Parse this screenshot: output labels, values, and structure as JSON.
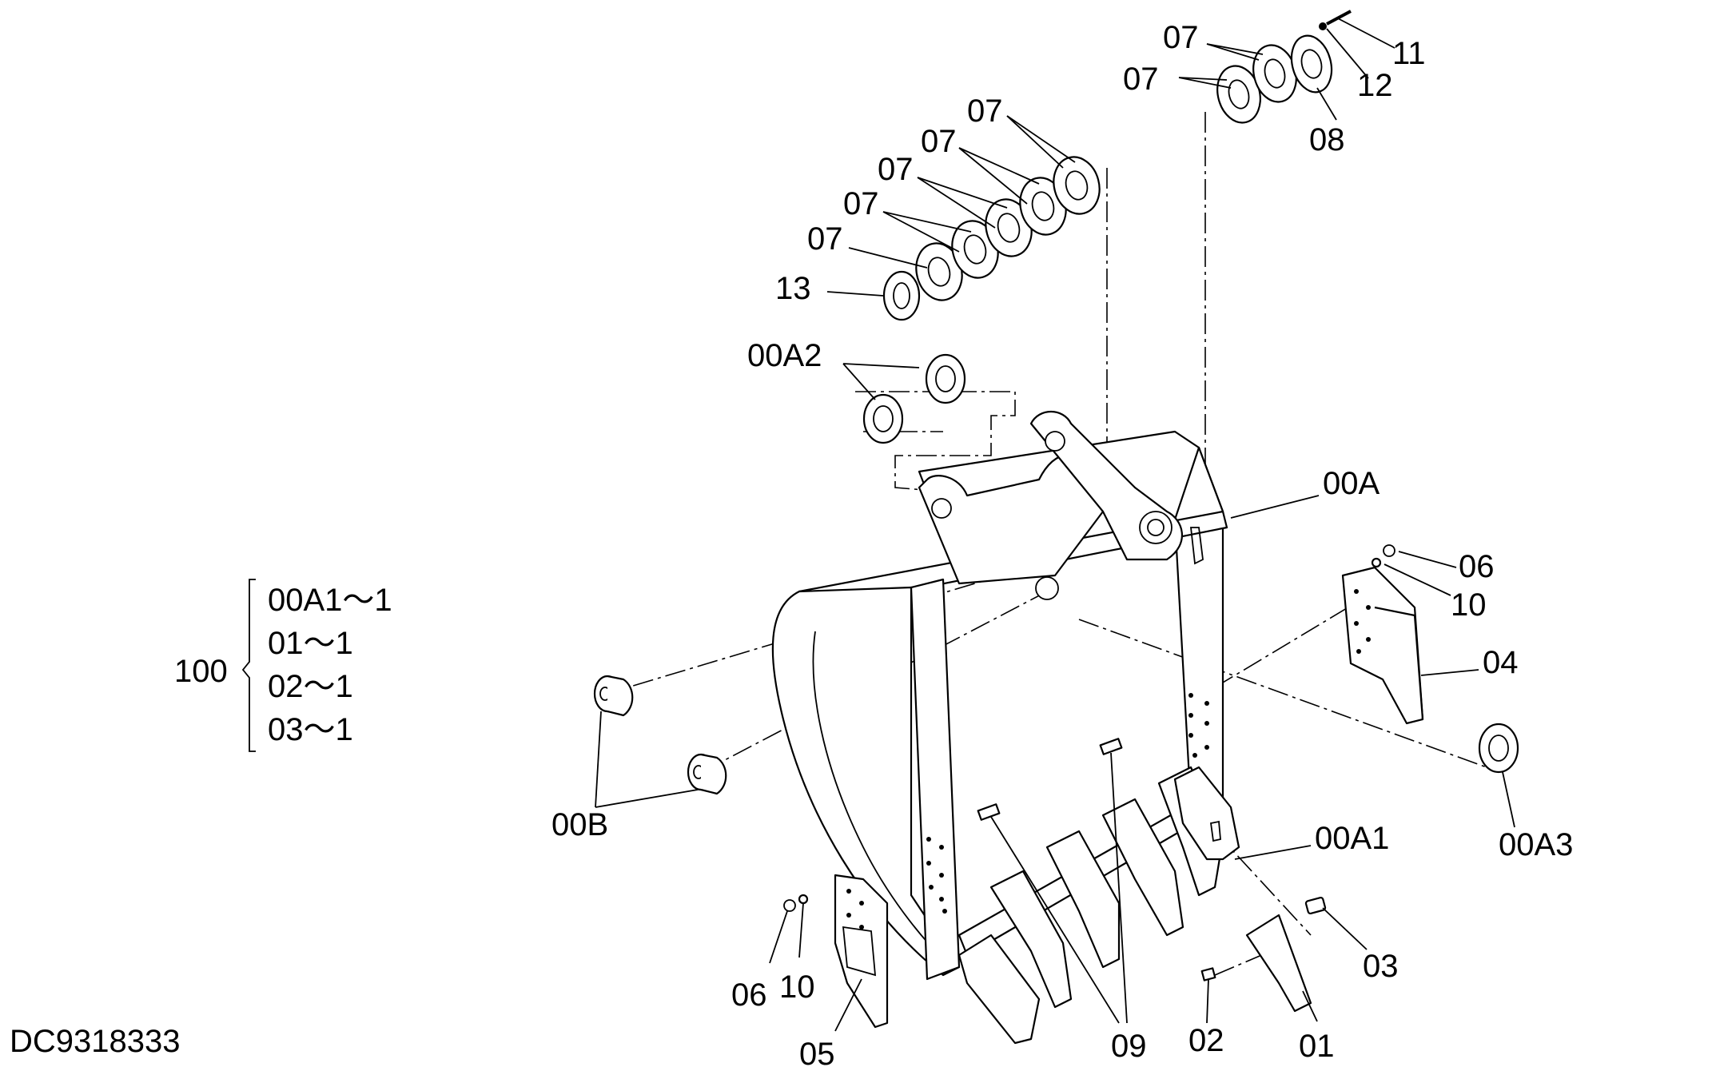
{
  "drawing_code": "DC9318333",
  "assembly": {
    "label": "100",
    "items": [
      "00A1～1",
      "01～1",
      "02～1",
      "03～1"
    ]
  },
  "callouts": {
    "c07_a": "07",
    "c07_b": "07",
    "c07_c": "07",
    "c07_d": "07",
    "c07_e": "07",
    "c07_f": "07",
    "c07_g": "07",
    "c11": "11",
    "c12": "12",
    "c08": "08",
    "c13": "13",
    "c00A2": "00A2",
    "c00A": "00A",
    "c06_r": "06",
    "c10_r": "10",
    "c04": "04",
    "c00B": "00B",
    "c00A1": "00A1",
    "c00A3": "00A3",
    "c03": "03",
    "c06_l": "06",
    "c10_l": "10",
    "c05": "05",
    "c09": "09",
    "c02": "02",
    "c01": "01"
  }
}
